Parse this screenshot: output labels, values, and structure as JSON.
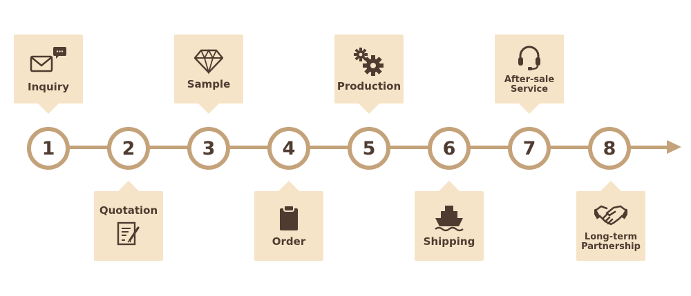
{
  "colors": {
    "accent": "#c4a27a",
    "card": "#f6e4c8",
    "text": "#4f3b30",
    "background": "#ffffff"
  },
  "steps": [
    {
      "number": "1",
      "label": "Inquiry",
      "icon": "mail-chat-icon",
      "position": "top"
    },
    {
      "number": "2",
      "label": "Quotation",
      "icon": "document-pen-icon",
      "position": "bottom"
    },
    {
      "number": "3",
      "label": "Sample",
      "icon": "diamond-icon",
      "position": "top"
    },
    {
      "number": "4",
      "label": "Order",
      "icon": "clipboard-icon",
      "position": "bottom"
    },
    {
      "number": "5",
      "label": "Production",
      "icon": "gears-icon",
      "position": "top"
    },
    {
      "number": "6",
      "label": "Shipping",
      "icon": "ship-icon",
      "position": "bottom"
    },
    {
      "number": "7",
      "label_lines": [
        "After-sale",
        "Service"
      ],
      "icon": "headset-icon",
      "position": "top"
    },
    {
      "number": "8",
      "label_lines": [
        "Long-term",
        "Partnership"
      ],
      "icon": "handshake-icon",
      "position": "bottom"
    }
  ]
}
